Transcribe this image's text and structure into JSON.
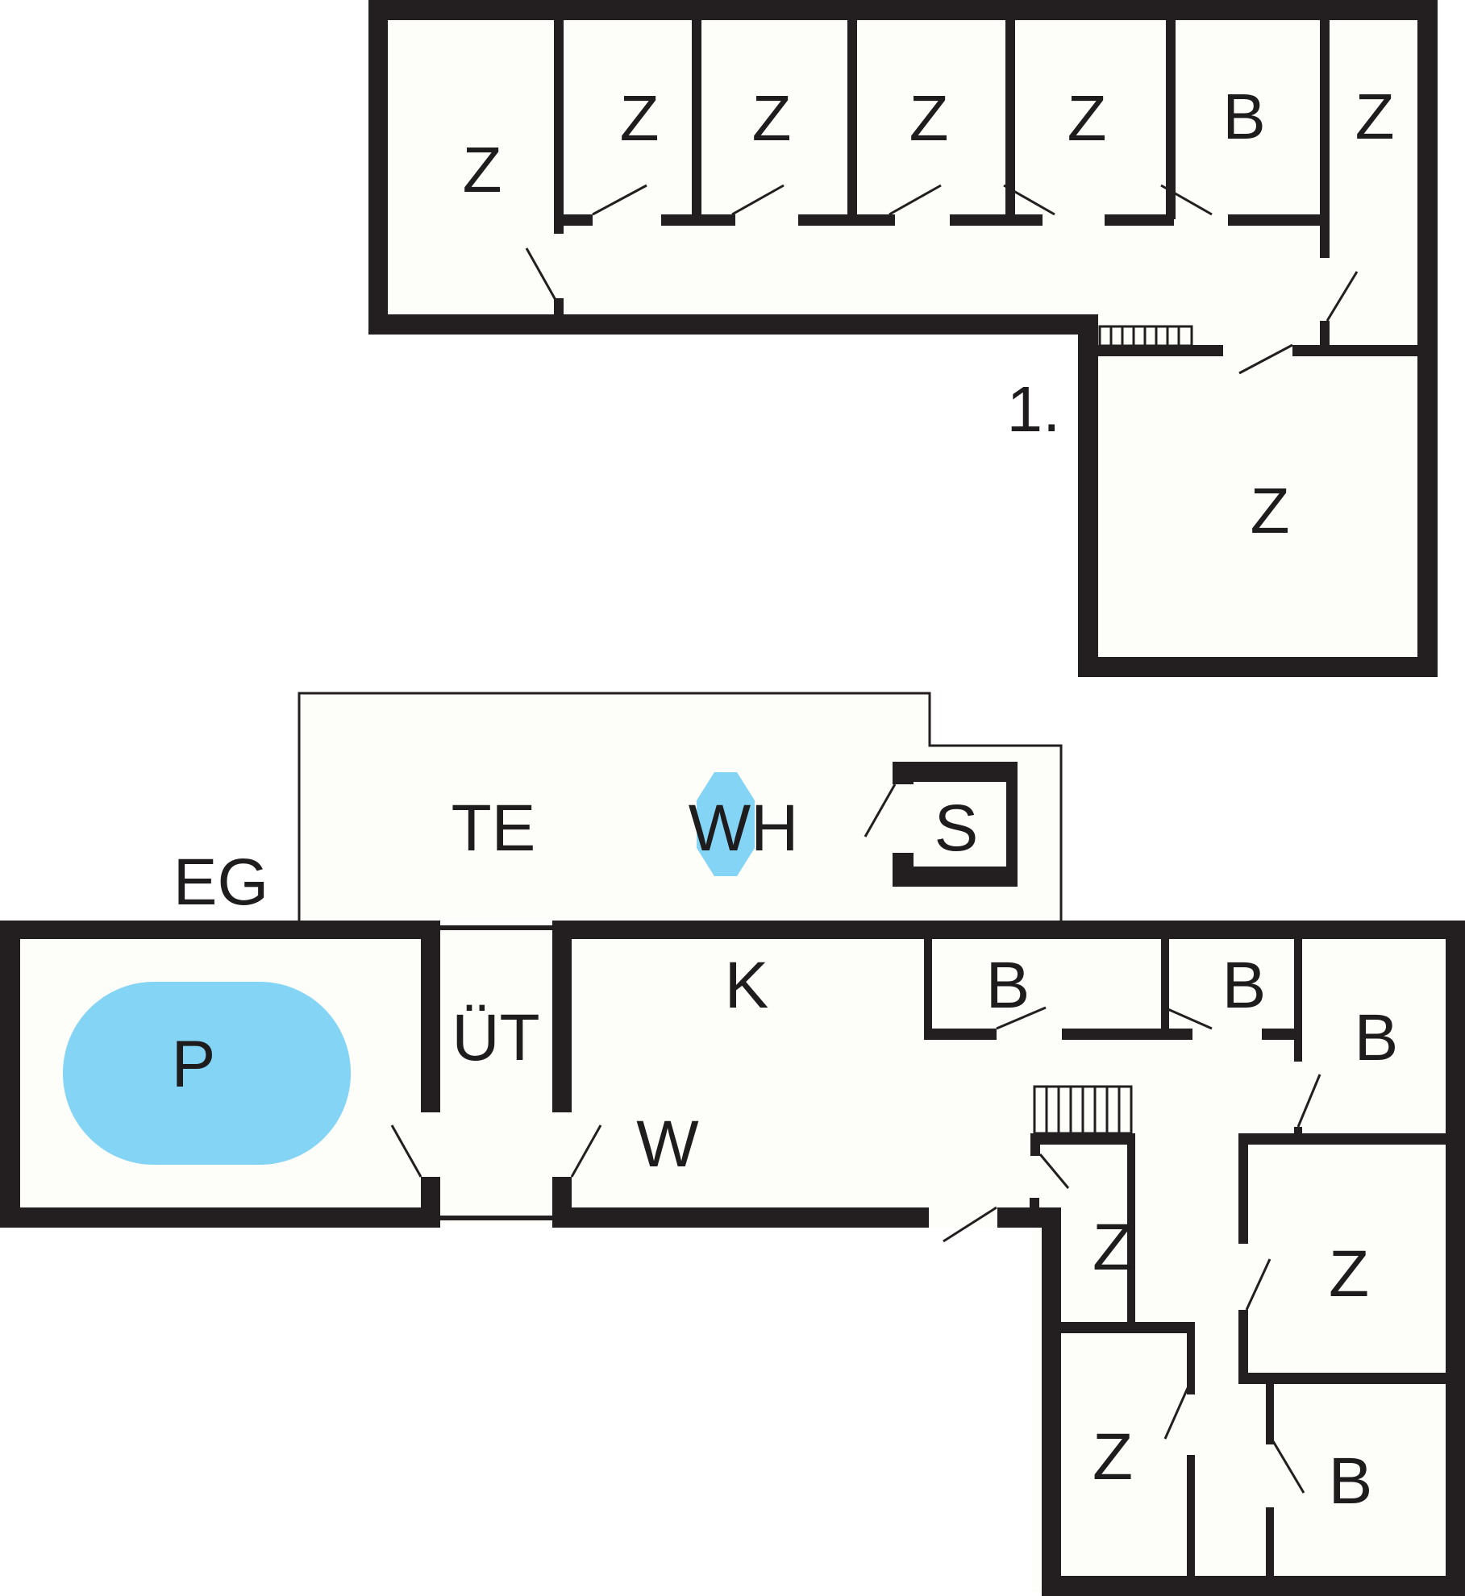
{
  "colors": {
    "wall": "#231f20",
    "floor": "#fdfdf9",
    "water": "#84d4f5"
  },
  "floor_upper": {
    "label": "1.",
    "rooms": [
      "Z",
      "Z",
      "Z",
      "Z",
      "Z",
      "B",
      "Z",
      "Z"
    ]
  },
  "floor_ground": {
    "label": "EG",
    "rooms": [
      "TE",
      "WH",
      "S",
      "P",
      "ÜT",
      "K",
      "W",
      "B",
      "B",
      "B",
      "Z",
      "Z",
      "Z",
      "B"
    ]
  }
}
